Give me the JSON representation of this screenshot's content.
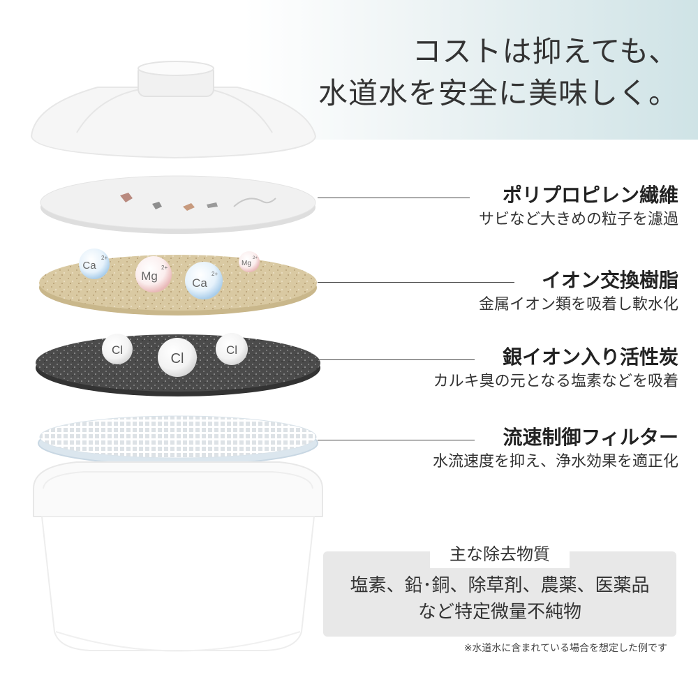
{
  "headline": {
    "line1": "コストは抑えても、",
    "line2": "水道水を安全に美味しく。"
  },
  "layers": [
    {
      "title": "ポリプロピレン繊維",
      "desc": "サビなど大きめの粒子を濾過"
    },
    {
      "title": "イオン交換樹脂",
      "desc": "金属イオン類を吸着し軟水化"
    },
    {
      "title": "銀イオン入り活性炭",
      "desc": "カルキ臭の元となる塩素などを吸着"
    },
    {
      "title": "流速制御フィルター",
      "desc": "水流速度を抑え、浄水効果を適正化"
    }
  ],
  "ions": {
    "calcium": "Ca",
    "calcium_charge": "2+",
    "magnesium": "Mg",
    "magnesium_charge": "2+",
    "chlorine": "Cl"
  },
  "removal_box": {
    "label": "主な除去物質",
    "line1": "塩素、鉛･銅、除草剤、農薬、医薬品",
    "line2": "など特定微量不純物"
  },
  "footnote": "※水道水に含まれている場合を想定した例です",
  "colors": {
    "hero_gradient_end": "#cfe3e6",
    "resin": "#d8c8a0",
    "carbon": "#4a4a4a",
    "box_bg": "#e8e8e8"
  }
}
